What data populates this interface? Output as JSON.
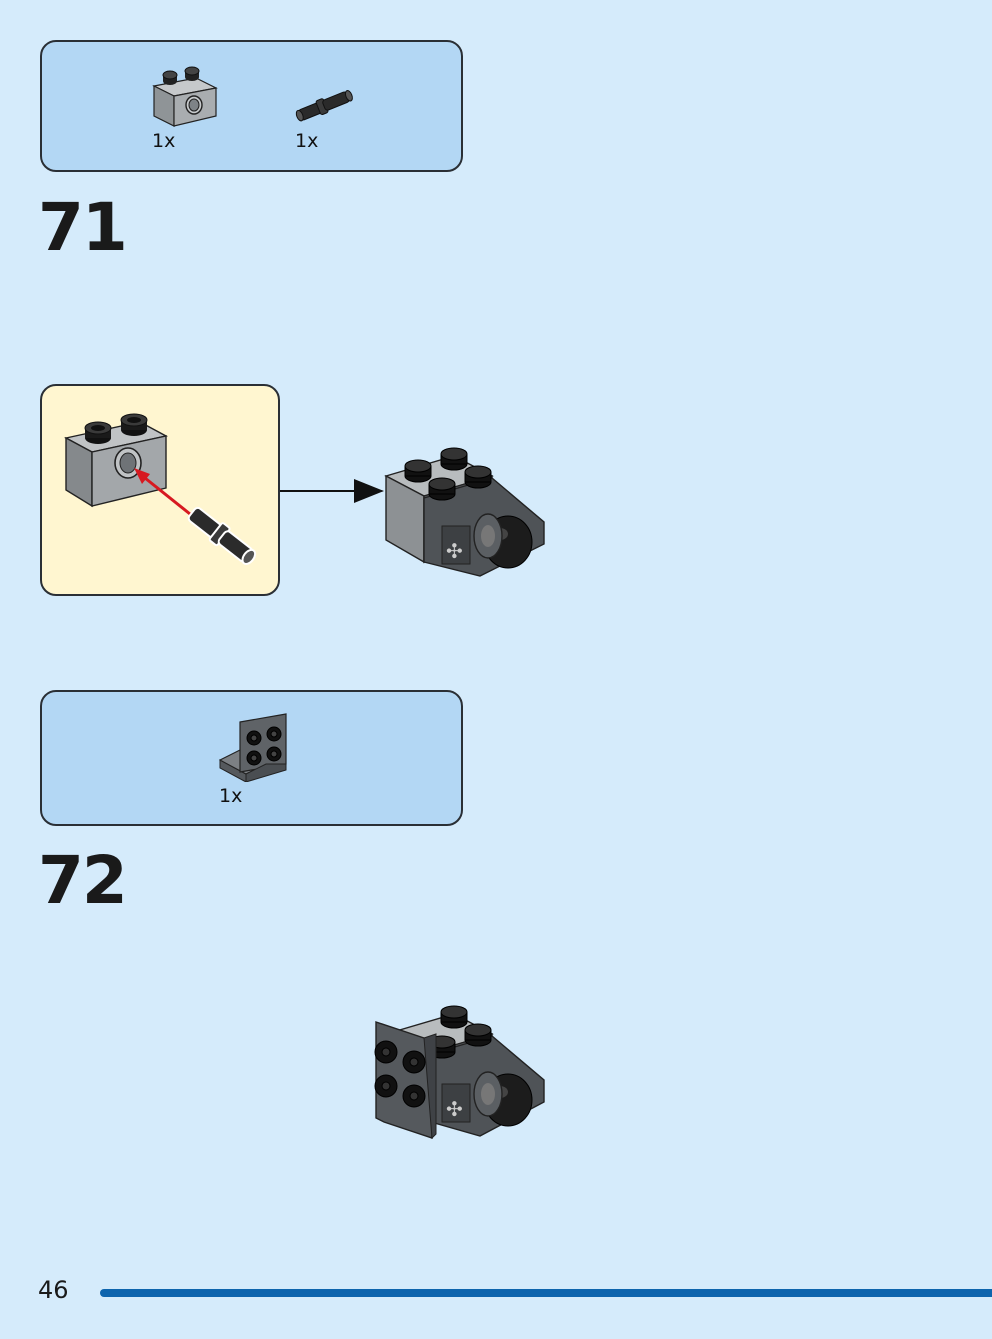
{
  "steps": [
    {
      "number": "71",
      "parts": [
        {
          "qty": "1x",
          "part": "technic-brick-1x2-with-hole",
          "color": "#a0a5a9"
        },
        {
          "qty": "1x",
          "part": "technic-pin-with-friction",
          "color": "#1b1b1b"
        }
      ]
    },
    {
      "number": "72",
      "parts": [
        {
          "qty": "1x",
          "part": "bracket-1x2-2x2",
          "color": "#6b6e72"
        }
      ]
    }
  ],
  "page": {
    "number": "46"
  },
  "colors": {
    "background": "#d5ebfb",
    "parts_box": "#b3d7f4",
    "callout": "#fff6d0",
    "accent_bar": "#0d64ad",
    "insertion_arrow": "#d71920"
  }
}
